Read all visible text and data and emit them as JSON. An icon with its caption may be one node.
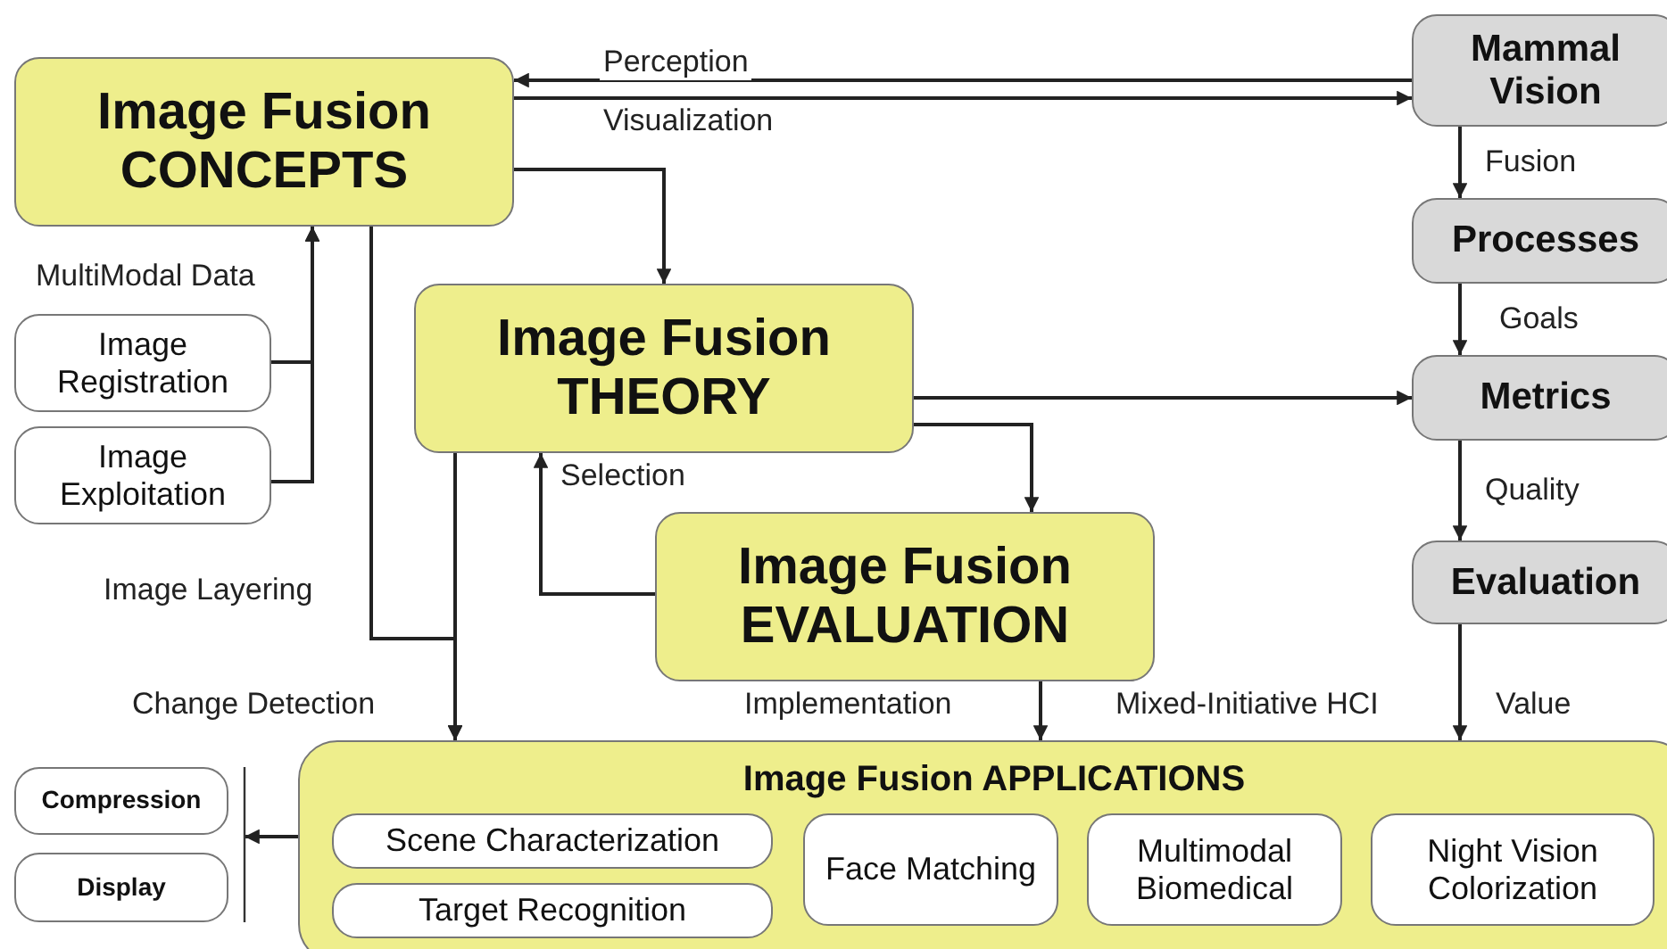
{
  "diagram": {
    "nodes": [
      {
        "text": [
          "Image Fusion CONCEPTS"
        ]
      },
      {
        "text": [
          "Mammal Vision"
        ]
      },
      {
        "text": [
          "Processes"
        ]
      },
      {
        "text": [
          "Metrics"
        ]
      },
      {
        "text": [
          "Evaluation"
        ]
      },
      {
        "text": [
          "Image Registration"
        ]
      },
      {
        "text": [
          "Image Exploitation"
        ]
      },
      {
        "text": [
          "Image Fusion THEORY"
        ]
      },
      {
        "text": [
          "Image Fusion EVALUATION"
        ]
      },
      {
        "text": [
          "Image Fusion APPLICATIONS"
        ]
      },
      {
        "text": [
          "Scene Characterization"
        ],
        "in": 9
      },
      {
        "text": [
          "Target Recognition"
        ],
        "in": 9
      },
      {
        "text": [
          "Face Matching"
        ],
        "in": 9
      },
      {
        "text": [
          "Multimodal Biomedical"
        ],
        "in": 9
      },
      {
        "text": [
          "Night Vision Colorization"
        ],
        "in": 9
      },
      {
        "text": [
          "Compression"
        ]
      },
      {
        "text": [
          "Display"
        ]
      }
    ],
    "edges": [
      {
        "from": 1,
        "to": 0,
        "arrow": "to",
        "label": "Perception"
      },
      {
        "from": 0,
        "to": 1,
        "arrow": "to",
        "label": "Visualization"
      },
      {
        "from": 1,
        "to": 2,
        "arrow": "to",
        "label": "Fusion"
      },
      {
        "from": 2,
        "to": 3,
        "arrow": "to",
        "label": "Goals"
      },
      {
        "from": 3,
        "to": 4,
        "arrow": "to",
        "label": "Quality"
      },
      {
        "from": 4,
        "to": 9,
        "arrow": "to",
        "label": "Value"
      },
      {
        "from": 5,
        "to": 0,
        "arrow": "to"
      },
      {
        "from": 6,
        "to": 0,
        "arrow": "to"
      },
      {
        "from": 0,
        "to": 7,
        "arrow": "to"
      },
      {
        "from": 7,
        "to": 3,
        "arrow": "to"
      },
      {
        "from": 7,
        "to": 8,
        "arrow": "to"
      },
      {
        "from": 8,
        "to": 7,
        "arrow": "to",
        "label": "Selection"
      },
      {
        "from": 0,
        "to": 9,
        "arrow": "to",
        "label": "Image Layering"
      },
      {
        "from": 7,
        "to": 9,
        "arrow": "to",
        "label": "Change Detection"
      },
      {
        "from": 8,
        "to": 9,
        "arrow": "to",
        "label": "Implementation"
      },
      {
        "from": 9,
        "to": 15,
        "arrow": "to"
      },
      {
        "from": 9,
        "to": 16,
        "arrow": "to"
      }
    ],
    "labels": [
      "MultiModal Data",
      "Mixed-Initiative HCI"
    ]
  }
}
